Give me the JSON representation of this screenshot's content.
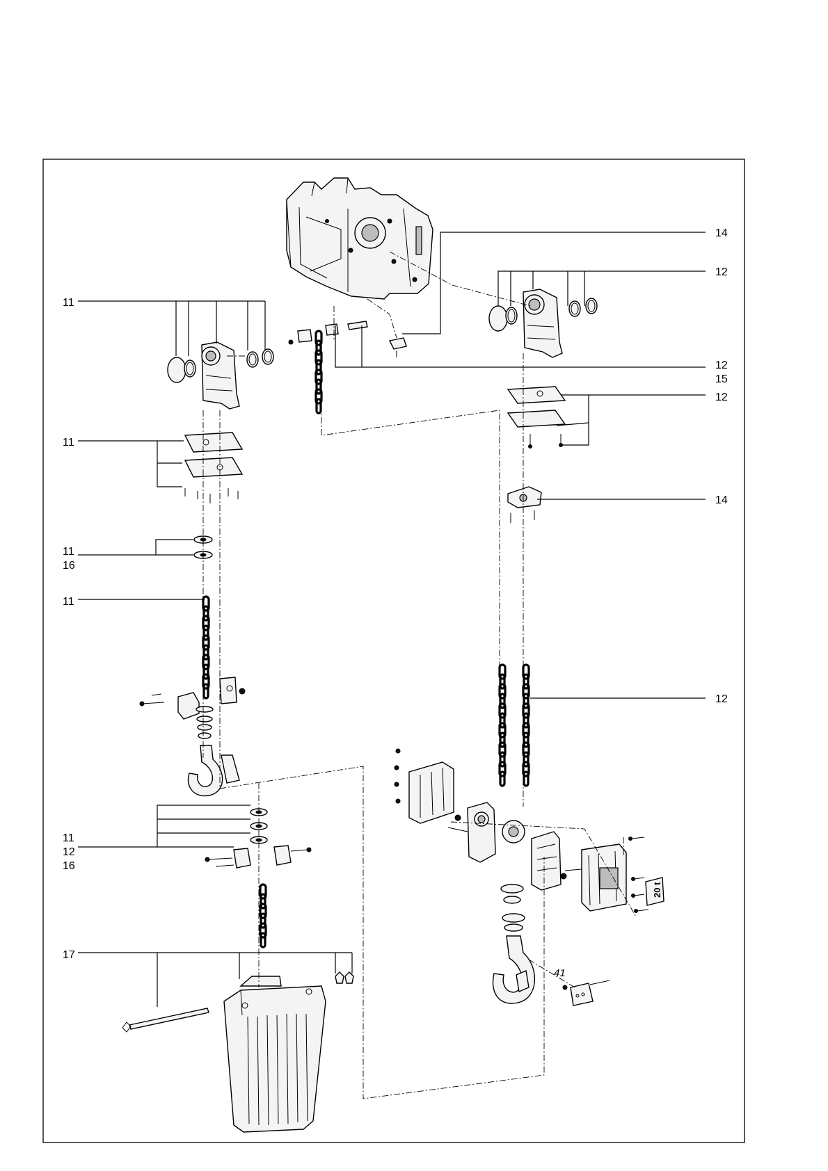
{
  "callouts": {
    "c14_top": "14",
    "c12_top": "12",
    "c11_top": "11",
    "c12_mid": "12",
    "c15": "15",
    "c12_plate": "12",
    "c11_plate": "11",
    "c14_mid": "14",
    "c11_washer": "11",
    "c16_washer": "16",
    "c11_chain": "11",
    "c12_chain": "12",
    "c11_lower": "11",
    "c12_lower": "12",
    "c16_lower": "16",
    "c17": "17"
  },
  "markings": {
    "plate_load": "20 t",
    "handwritten": "41"
  }
}
